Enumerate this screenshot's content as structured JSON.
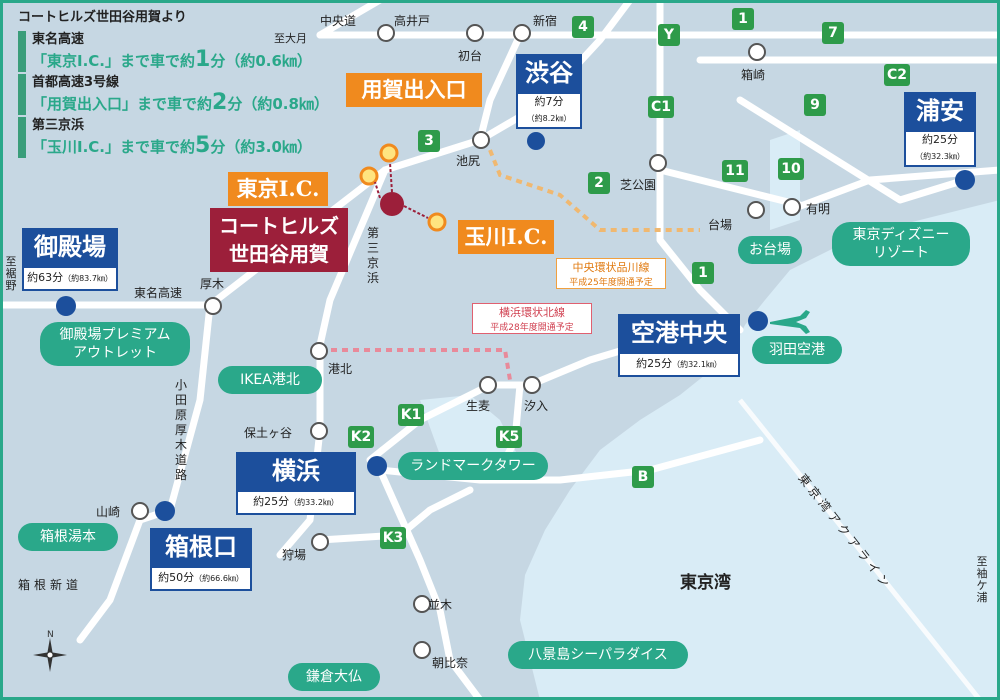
{
  "legend": {
    "source": "コートヒルズ世田谷用賀より",
    "routes": [
      {
        "name": "東名高速",
        "pre": "「東京I.C.」まで車で約",
        "num": "1",
        "post": "分（約0.6㎞）"
      },
      {
        "name": "首都高速3号線",
        "pre": "「用賀出入口」まで車で約",
        "num": "2",
        "post": "分（約0.8㎞）"
      },
      {
        "name": "第三京浜",
        "pre": "「玉川I.C.」まで車で約",
        "num": "5",
        "post": "分（約3.0㎞）"
      }
    ]
  },
  "home": {
    "line1": "コートヒルズ",
    "line2": "世田谷用賀"
  },
  "ics": {
    "yoga": "用賀出入口",
    "tokyo": "東京I.C.",
    "tamagawa": "玉川I.C."
  },
  "destinations": {
    "shibuya": {
      "name": "渋谷",
      "time": "約7分",
      "dist": "（約8.2㎞）"
    },
    "urayasu": {
      "name": "浦安",
      "time": "約25分",
      "dist": "（約32.3㎞）"
    },
    "gotemba": {
      "name": "御殿場",
      "time": "約63分",
      "dist": "（約83.7㎞）"
    },
    "airport": {
      "name": "空港中央",
      "time": "約25分",
      "dist": "（約32.1㎞）"
    },
    "yokohama": {
      "name": "横浜",
      "time": "約25分",
      "dist": "（約33.2㎞）"
    },
    "hakone": {
      "name": "箱根口",
      "time": "約50分",
      "dist": "（約66.6㎞）"
    }
  },
  "landmarks": {
    "disney1": "東京ディズニー",
    "disney2": "リゾート",
    "odaiba": "お台場",
    "haneda": "羽田空港",
    "outlet1": "御殿場プレミアム",
    "outlet2": "アウトレット",
    "ikea": "IKEA港北",
    "landmark": "ランドマークタワー",
    "yumoto": "箱根湯本",
    "hakkeijima": "八景島シーパラダイス",
    "kamakura": "鎌倉大仏"
  },
  "notes": {
    "chuo1": "中央環状品川線",
    "chuo2": "平成25年度開通予定",
    "yoko1": "横浜環状北線",
    "yoko2": "平成28年度開通予定"
  },
  "places": {
    "chuodo": "中央道",
    "takaido": "高井戸",
    "shinjuku": "新宿",
    "shidai": "至大月",
    "hatsudai": "初台",
    "ikejiri": "池尻",
    "hakozaki": "箱崎",
    "shibakoen": "芝公園",
    "daiba": "台場",
    "ariake": "有明",
    "shisusono": "至裾野",
    "tomei": "東名高速",
    "atsugi": "厚木",
    "kohoku": "港北",
    "namamugi": "生麦",
    "shioiri": "汐入",
    "hodogaya": "保土ヶ谷",
    "yamazaki": "山崎",
    "kariba": "狩場",
    "namiki": "並木",
    "asahina": "朝比奈",
    "hakoneshindo": "箱根新道",
    "tokyowan": "東京湾",
    "aqualine": "東京湾アクアライン",
    "daisan": "第三京浜",
    "odawara": "小田原厚木道路",
    "shisodegaura": "至袖ケ浦"
  },
  "route_numbers": {
    "r4": "4",
    "r1a": "1",
    "r7": "7",
    "rY": "Y",
    "rC2": "C2",
    "rC1": "C1",
    "r9": "9",
    "r3": "3",
    "r2": "2",
    "r11": "11",
    "r10": "10",
    "r1b": "1",
    "rK1": "K1",
    "rK2": "K2",
    "rK5": "K5",
    "rB": "B",
    "rK3": "K3"
  },
  "colors": {
    "sea": "#d9ecf6",
    "land": "#c6d7e3",
    "road": "#ffffff",
    "accent": "#2aa88a",
    "dest": "#1c4f9c",
    "ic": "#f08a1e",
    "home": "#9c1f3a"
  }
}
